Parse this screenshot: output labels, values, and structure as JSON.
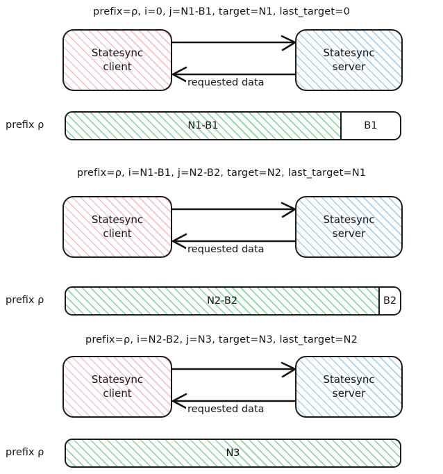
{
  "diagram": {
    "title_font_note": "handwritten-style diagram",
    "colors": {
      "client_hatch": "#ee8c96",
      "server_hatch": "#6eb4eb",
      "prefix_hatch": "#68c882",
      "stroke": "#1c1c1c",
      "background": "#ffffff"
    },
    "node_labels": {
      "client_line1": "Statesync",
      "client_line2": "client",
      "server_line1": "Statesync",
      "server_line2": "server"
    },
    "edge_label": "requested data",
    "prefix_label": "prefix ρ",
    "rounds": [
      {
        "caption": "prefix=ρ, i=0, j=N1-B1, target=N1, last_target=0",
        "bar": {
          "segments": [
            {
              "text": "N1-B1",
              "filled": true,
              "width_pct": 82.5
            },
            {
              "text": "B1",
              "filled": false,
              "width_pct": 17.5
            }
          ]
        }
      },
      {
        "caption": "prefix=ρ, i=N1-B1, j=N2-B2, target=N2, last_target=N1",
        "bar": {
          "segments": [
            {
              "text": "N2-B2",
              "filled": true,
              "width_pct": 94.0
            },
            {
              "text": "B2",
              "filled": false,
              "width_pct": 6.0
            }
          ]
        }
      },
      {
        "caption": "prefix=ρ, i=N2-B2, j=N3, target=N3, last_target=N2",
        "bar": {
          "segments": [
            {
              "text": "N3",
              "filled": true,
              "width_pct": 100.0
            }
          ]
        }
      }
    ]
  }
}
